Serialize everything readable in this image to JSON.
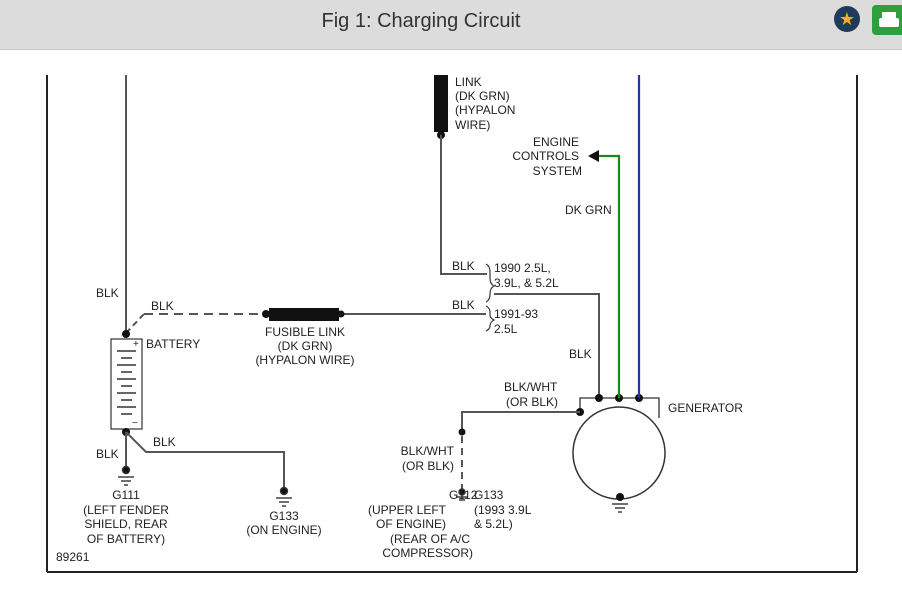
{
  "header": {
    "title": "Fig 1: Charging Circuit",
    "favorite_icon": "star-icon",
    "print_icon": "printer-icon"
  },
  "colors": {
    "dk_grn_wire": "#1a8a1a",
    "blue_wire": "#1f3a9a",
    "header_bg": "#dcdcdc"
  },
  "diagram": {
    "fig_number": "89261",
    "link_top": [
      "LINK",
      "(DK GRN)",
      "(HYPALON",
      "WIRE)"
    ],
    "engine_controls": [
      "ENGINE",
      "CONTROLS",
      "SYSTEM"
    ],
    "dk_grn": "DK GRN",
    "blk_upper": "BLK",
    "blk_lower": "BLK",
    "note_1990": [
      "1990 2.5L,",
      "3.9L, & 5.2L"
    ],
    "note_1991": [
      "1991-93",
      "2.5L"
    ],
    "blk_generator": "BLK",
    "blk_wht_upper": [
      "BLK/WHT",
      "(OR BLK)"
    ],
    "generator": "GENERATOR",
    "blk_left_top": "BLK",
    "blk_dashed": "BLK",
    "battery": "BATTERY",
    "fusible_link": [
      "FUSIBLE LINK",
      "(DK GRN)",
      "(HYPALON WIRE)"
    ],
    "blk_left_bottom": "BLK",
    "blk_g133": "BLK",
    "g111": [
      "G111",
      "(LEFT FENDER",
      "SHIELD, REAR",
      "OF BATTERY)"
    ],
    "g133_engine": [
      "G133",
      "(ON ENGINE)"
    ],
    "blk_wht_lower": [
      "BLK/WHT",
      "(OR BLK)"
    ],
    "g112": [
      "G112",
      "(UPPER LEFT",
      "OF ENGINE)",
      "(REAR OF A/C",
      "COMPRESSOR)"
    ],
    "g133_1993": [
      "G133",
      "(1993 3.9L",
      "& 5.2L)"
    ]
  }
}
